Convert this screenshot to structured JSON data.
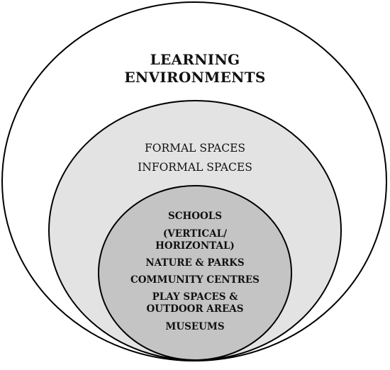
{
  "colors": {
    "outer_fill": "#ffffff",
    "middle_fill": "#e3e3e3",
    "inner_fill": "#c4c4c4",
    "stroke": "#000000"
  },
  "outer_circle": {
    "title_line1": "LEARNING",
    "title_line2": "ENVIRONMENTS"
  },
  "middle_circle": {
    "line1": "FORMAL SPACES",
    "line2": "INFORMAL SPACES"
  },
  "inner_circle": {
    "items": [
      "SCHOOLS",
      "(VERTICAL/",
      "HORIZONTAL)",
      "NATURE & PARKS",
      "COMMUNITY CENTRES",
      "PLAY SPACES &",
      "OUTDOOR AREAS",
      "MUSEUMS"
    ]
  }
}
